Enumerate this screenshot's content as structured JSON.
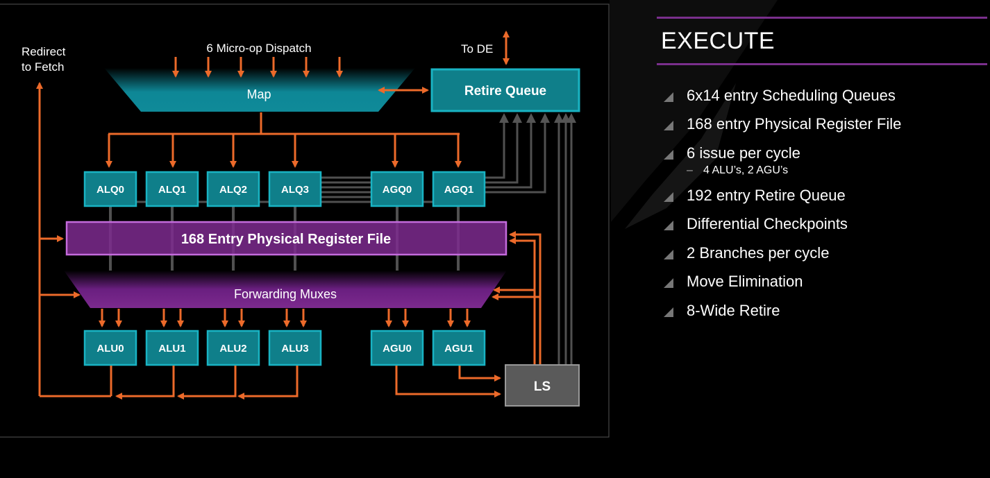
{
  "diagram": {
    "dispatch_label": "6 Micro-op Dispatch",
    "redirect_label_line1": "Redirect",
    "redirect_label_line2": "to Fetch",
    "to_de_label": "To DE",
    "map_label": "Map",
    "retire_queue_label": "Retire Queue",
    "queues": [
      "ALQ0",
      "ALQ1",
      "ALQ2",
      "ALQ3",
      "AGQ0",
      "AGQ1"
    ],
    "register_file_label": "168 Entry Physical Register File",
    "forwarding_label": "Forwarding Muxes",
    "units": [
      "ALU0",
      "ALU1",
      "ALU2",
      "ALU3",
      "AGU0",
      "AGU1"
    ],
    "ls_label": "LS",
    "colors": {
      "teal": "#0f7f8a",
      "teal_border": "#19b3c3",
      "purple": "#7c2a8e",
      "purple_border": "#c46bdc",
      "orange": "#ec6a2a",
      "gray_line": "#505050",
      "ls_fill": "#5a5a5a"
    }
  },
  "panel": {
    "title": "EXECUTE",
    "bullets": [
      "6x14 entry Scheduling Queues",
      "168 entry Physical Register File",
      "6 issue per cycle",
      "192 entry Retire Queue",
      "Differential Checkpoints",
      "2 Branches per cycle",
      "Move Elimination",
      "8-Wide Retire"
    ],
    "sub_bullet": "4 ALU’s, 2 AGU’s"
  }
}
